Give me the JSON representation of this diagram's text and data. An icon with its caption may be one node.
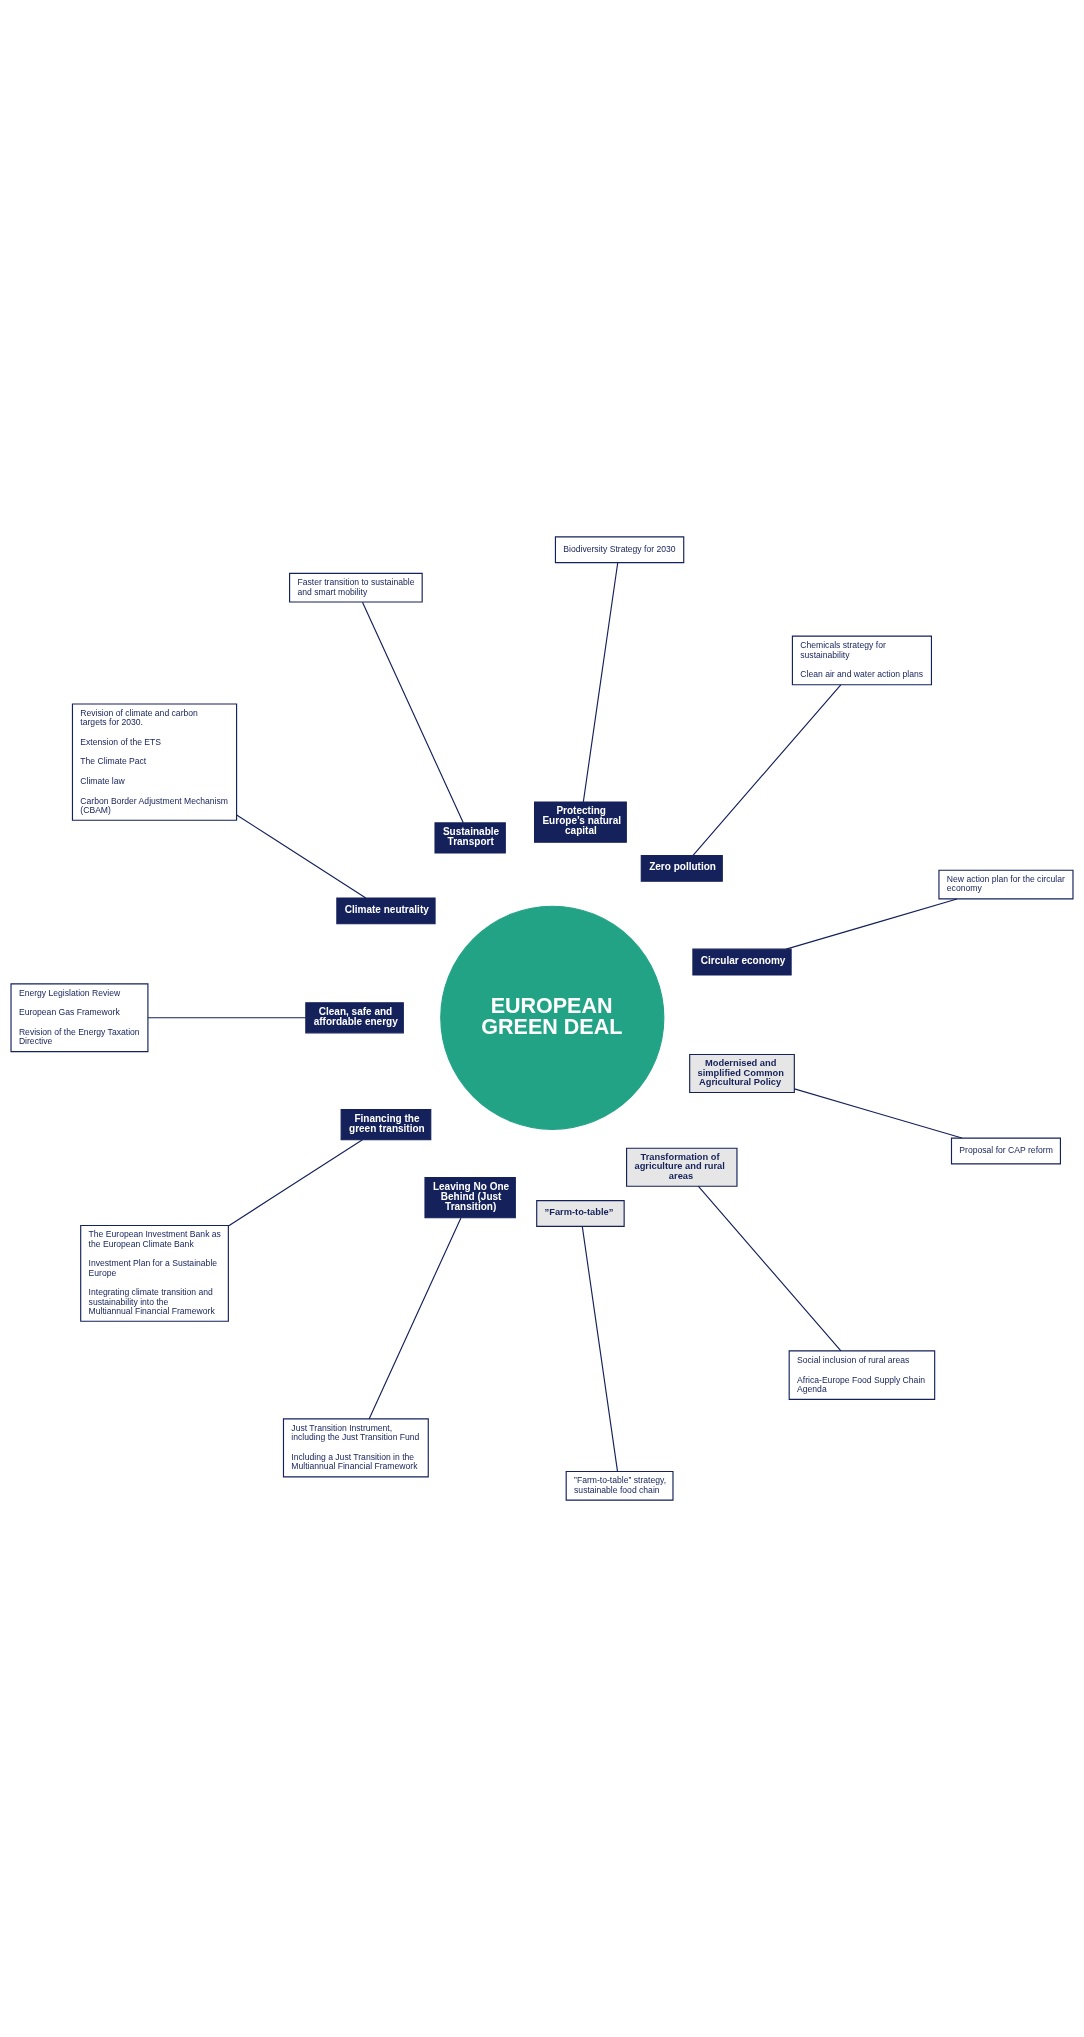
{
  "diagram": {
    "nodes": [
      {
        "text": [
          "EUROPEAN GREEN DEAL"
        ]
      },
      {
        "text": [
          "Circular economy"
        ]
      },
      {
        "text": [
          "Zero pollution"
        ]
      },
      {
        "text": [
          "Protecting Europe’s natural capital"
        ]
      },
      {
        "text": [
          "Sustainable Transport"
        ]
      },
      {
        "text": [
          "Climate neutrality"
        ]
      },
      {
        "text": [
          "Clean, safe and affordable energy"
        ]
      },
      {
        "text": [
          "Financing the green transition"
        ]
      },
      {
        "text": [
          "Leaving No One Behind (Just Transition)"
        ]
      },
      {
        "text": [
          "”Farm-to-table”"
        ]
      },
      {
        "text": [
          "Transformation of agriculture and rural areas"
        ]
      },
      {
        "text": [
          "Modernised and simplified Common Agricultural Policy"
        ]
      },
      {
        "text": [
          "New action plan for the circular economy"
        ]
      },
      {
        "text": [
          "Chemicals strategy for sustainability",
          "Clean air and water action plans"
        ]
      },
      {
        "text": [
          "Biodiversity Strategy for 2030"
        ]
      },
      {
        "text": [
          "Faster transition to sustainable and smart mobility"
        ]
      },
      {
        "text": [
          "Revision of climate and carbon targets for 2030.",
          "Extension of the ETS",
          "The Climate Pact",
          "Climate law",
          "Carbon Border Adjustment Mechanism (CBAM)"
        ]
      },
      {
        "text": [
          "Energy Legislation Review",
          "European Gas Framework",
          "Revision of the Energy Taxation Directive"
        ]
      },
      {
        "text": [
          "The European Investment Bank as the European Climate Bank",
          "Investment Plan for a Sustainable Europe",
          "Integrating climate transition and sustainability into the Multiannual Financial Framework"
        ]
      },
      {
        "text": [
          "Just Transition Instrument, including the Just Transition Fund",
          "Including a Just Transition in the Multiannual Financial Framework"
        ]
      },
      {
        "text": [
          "”Farm-to-table” strategy, sustainable food chain"
        ]
      },
      {
        "text": [
          "Social inclusion of rural areas",
          "Africa-Europe Food Supply Chain Agenda"
        ]
      },
      {
        "text": [
          "Proposal for CAP reform"
        ]
      }
    ],
    "edges": [
      {
        "from": 1,
        "to": 12,
        "arrow": "none"
      },
      {
        "from": 2,
        "to": 13,
        "arrow": "none"
      },
      {
        "from": 3,
        "to": 14,
        "arrow": "none"
      },
      {
        "from": 4,
        "to": 15,
        "arrow": "none"
      },
      {
        "from": 5,
        "to": 16,
        "arrow": "none"
      },
      {
        "from": 6,
        "to": 17,
        "arrow": "none"
      },
      {
        "from": 7,
        "to": 18,
        "arrow": "none"
      },
      {
        "from": 8,
        "to": 19,
        "arrow": "none"
      },
      {
        "from": 9,
        "to": 20,
        "arrow": "none"
      },
      {
        "from": 10,
        "to": 21,
        "arrow": "none"
      },
      {
        "from": 11,
        "to": 22,
        "arrow": "none"
      }
    ]
  }
}
